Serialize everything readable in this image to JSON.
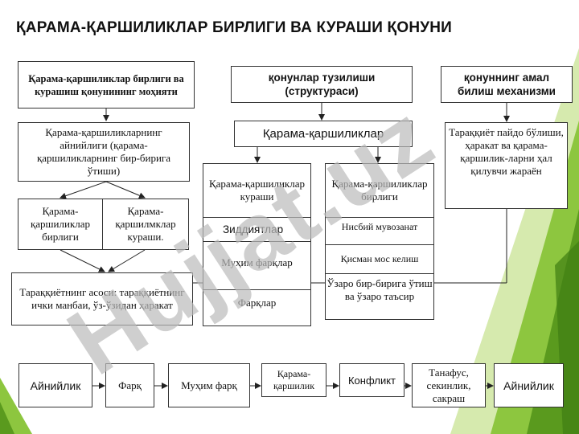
{
  "title": "ҚАРАМА-ҚАРШИЛИКЛАР БИРЛИГИ ВА КУРАШИ ҚОНУНИ",
  "col1": {
    "header": "Қарама-қаршиликлар бирлиги ва курашиш қонунининг моҳияти",
    "unity_box": "Қарама-қаршиликларнинг айнийлиги (қарама-қаршиликларнинг бир-бирига ўтиши)",
    "unity_left": "Қарама-қаршиликлар бирлиги",
    "unity_right": "Қарама-қаршилмклар кураши.",
    "basis": "Тараққиётнинг асоси: тараққиётнинг ички манбаи, ўз-ўзидан ҳаракат"
  },
  "col2": {
    "header": "қонунлар тузилиши (структураси)",
    "opposites": "Қарама-қаршиликлар",
    "left_head": "Қарама-қаршиликлар кураши",
    "left_items": [
      "Зиддиятлар",
      "Муҳим фарқлар",
      "Фарқлар"
    ],
    "right_head": "Қарама-қаршиликлар бирлиги",
    "right_items": [
      "Нисбий мувозанат",
      "Қисман мос келиш",
      "Ўзаро бир-бирига ўтиш ва ўзаро таъсир"
    ]
  },
  "col3": {
    "header": "қонуннинг амал билиш механизми",
    "body": "Тараққиёт пайдо бўлиши, ҳаракат ва қарама-қаршилик-ларни ҳал қилувчи жараён"
  },
  "bottom": [
    "Айнийлик",
    "Фарқ",
    "Муҳим фарқ",
    "Қарама-қаршилик",
    "Конфликт",
    "Танафус, секинлик, сакраш",
    "Айнийлик"
  ],
  "watermark": "Hujjat.uz",
  "colors": {
    "accent_green": "#8dc63f",
    "dark_green": "#5a9a1e",
    "watermark": "#bbbbbb"
  }
}
